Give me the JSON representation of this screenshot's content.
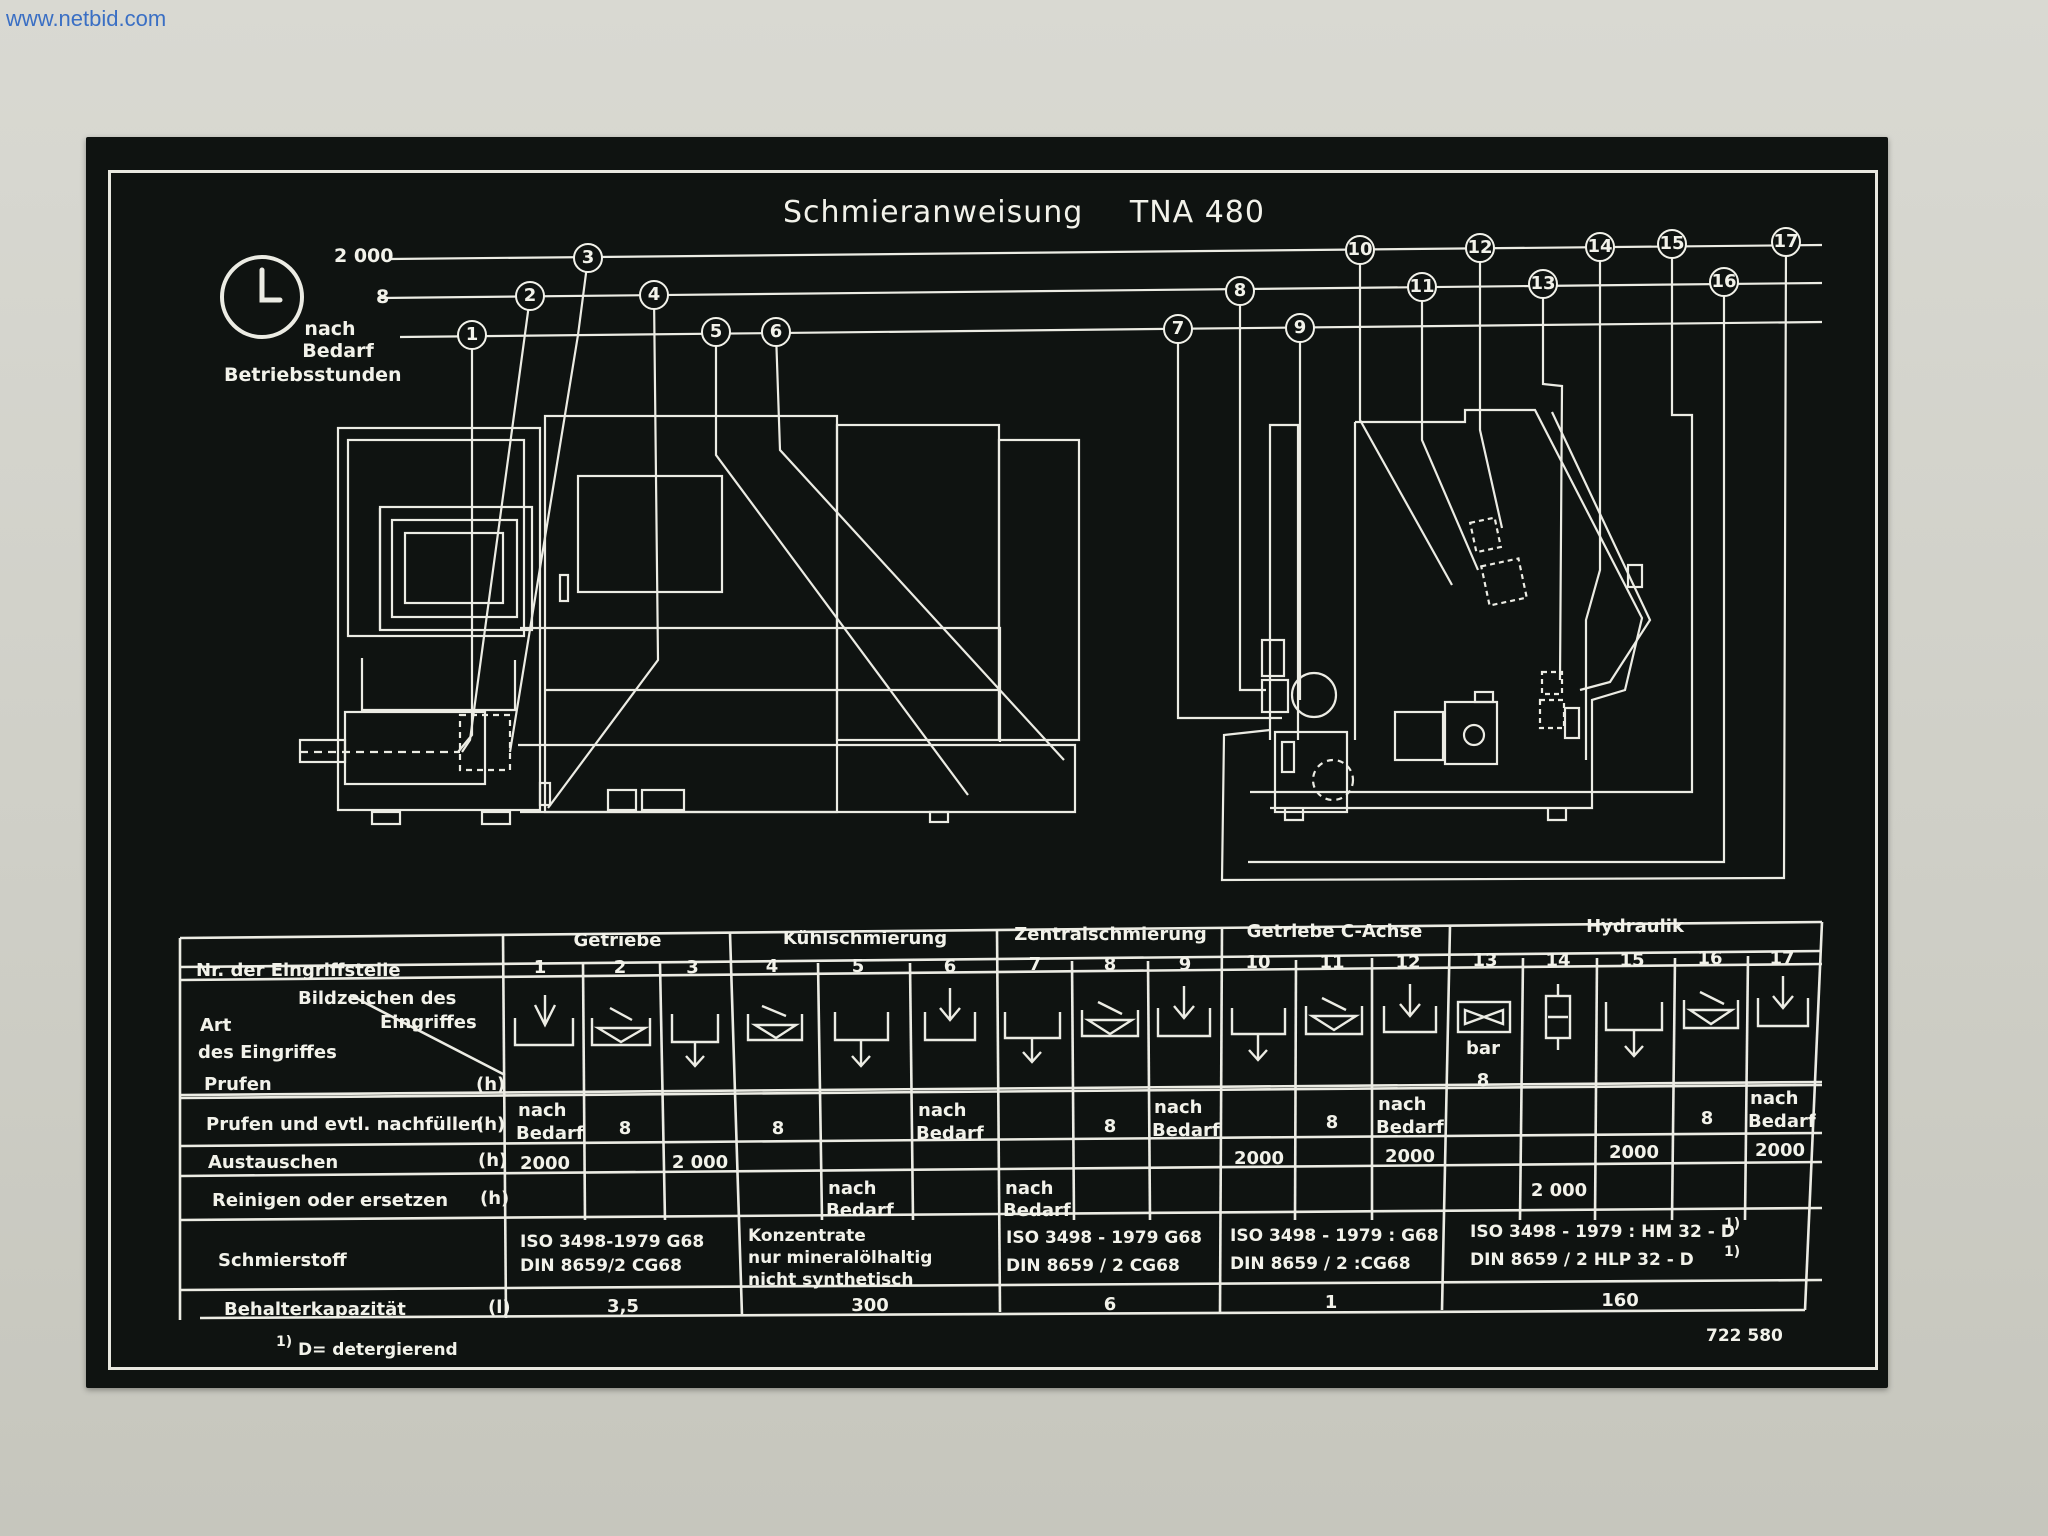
{
  "watermark": "www.netbid.com",
  "plate": {
    "title": "Schmieranweisung",
    "model": "TNA 480",
    "axis": {
      "top": "2 000",
      "middle": "8",
      "bottom": [
        "nach",
        "Bedarf",
        "Betriebsstunden"
      ]
    },
    "points": [
      "1",
      "2",
      "3",
      "4",
      "5",
      "6",
      "7",
      "8",
      "9",
      "10",
      "11",
      "12",
      "13",
      "14",
      "15",
      "16",
      "17"
    ],
    "clock_icon": "clock-icon",
    "table": {
      "groups": [
        "Getriebe",
        "Kühlschmierung",
        "Zentralschmierung",
        "Getriebe C-Achse",
        "Hydraulik"
      ],
      "row_labels": {
        "nr": "Nr. der Eingriffstelle",
        "symbol_top": "Bildzeichen des",
        "symbol_mid": "Eingriffes",
        "art": "Art",
        "art2": "des Eingriffes",
        "pruefen": "Prufen",
        "nachfuellen": "Prufen und evtl. nachfüllen",
        "austauschen": "Austauschen",
        "reinigen": "Reinigen oder ersetzen",
        "schmierstoff": "Schmierstoff",
        "kapazitaet": "Behalterkapazität"
      },
      "units": {
        "h": "(h)",
        "l": "(l)"
      },
      "bar_label": "bar",
      "cells": {
        "pruefen": {
          "13": "8"
        },
        "nachfuellen": {
          "1": [
            "nach",
            "Bedarf"
          ],
          "2": "8",
          "4": "8",
          "6": [
            "nach",
            "Bedarf"
          ],
          "8": "8",
          "9": [
            "nach",
            "Bedarf"
          ],
          "11": "8",
          "12": [
            "nach",
            "Bedarf"
          ],
          "16": "8",
          "17": [
            "nach",
            "Bedarf"
          ]
        },
        "austauschen": {
          "1": "2000",
          "3": "2 000",
          "10": "2000",
          "12": "2000",
          "15": "2000",
          "17": "2000"
        },
        "reinigen": {
          "5": [
            "nach",
            "Bedarf"
          ],
          "7": [
            "nach",
            "Bedarf"
          ],
          "14": "2 000"
        }
      },
      "schmierstoff": {
        "getriebe": [
          "ISO 3498-1979    G68",
          "DIN 8659/2      CG68"
        ],
        "kuehl": [
          "Konzentrate",
          "nur mineralölhaltig",
          "nicht synthetisch"
        ],
        "zentral": [
          "ISO 3498 - 1979   G68",
          "DIN 8659 / 2     CG68"
        ],
        "c_achse": [
          "ISO 3498 - 1979 : G68",
          "DIN 8659 / 2  :CG68"
        ],
        "hydraulik": [
          "ISO 3498 - 1979 : HM 32 - D",
          "DIN 8659 / 2   HLP 32 - D"
        ],
        "footnote_mark": "1)"
      },
      "kapazitaet": {
        "getriebe": "3,5",
        "kuehl": "300",
        "zentral": "6",
        "c_achse": "1",
        "hydraulik": "160"
      }
    },
    "footnote": "D= detergierend",
    "footnote_mark": "1)",
    "part_number": "722 580"
  }
}
